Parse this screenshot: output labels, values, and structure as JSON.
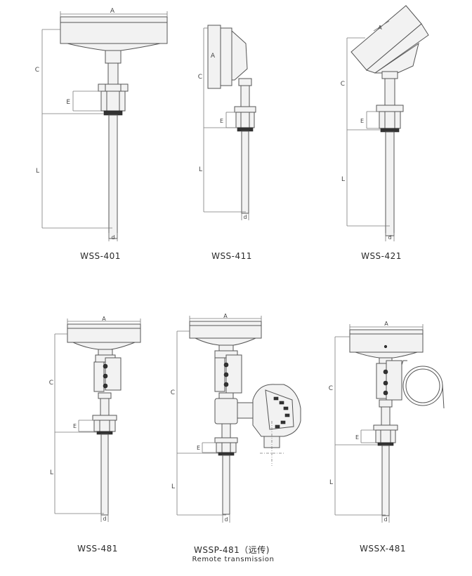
{
  "dimension_labels": {
    "a": "A",
    "c": "C",
    "e": "E",
    "l": "L",
    "d": "d"
  },
  "models": [
    {
      "id": "wss-401",
      "label": "WSS-401"
    },
    {
      "id": "wss-411",
      "label": "WSS-411"
    },
    {
      "id": "wss-421",
      "label": "WSS-421"
    },
    {
      "id": "wss-481",
      "label": "WSS-481"
    },
    {
      "id": "wssp-481",
      "label": "WSSP-481（远传)",
      "sublabel": "Remote transmission"
    },
    {
      "id": "wssx-481",
      "label": "WSSX-481"
    }
  ],
  "colors": {
    "line": "#555555",
    "fill": "#f2f2f2",
    "dim": "#7a7a7a"
  }
}
